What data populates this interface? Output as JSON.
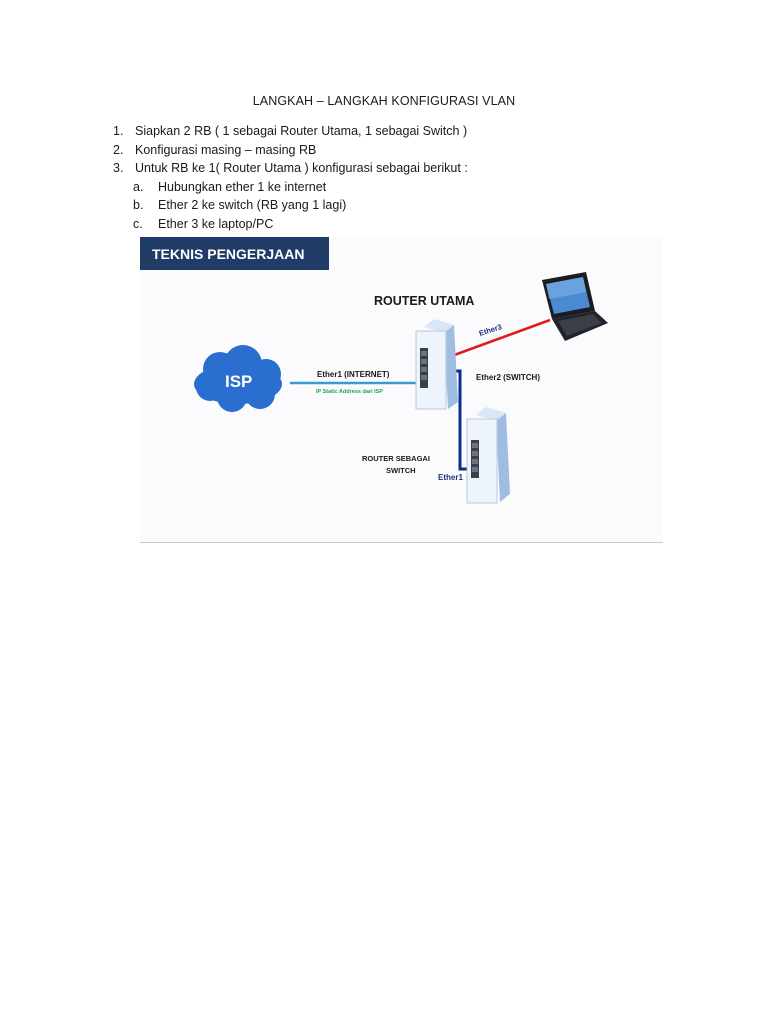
{
  "document": {
    "title": "LANGKAH – LANGKAH KONFIGURASI VLAN",
    "steps": [
      {
        "num": "1.",
        "text": "Siapkan 2 RB ( 1 sebagai Router Utama, 1 sebagai Switch )"
      },
      {
        "num": "2.",
        "text": "Konfigurasi masing – masing RB"
      },
      {
        "num": "3.",
        "text": "Untuk RB ke 1( Router Utama ) konfigurasi sebagai berikut :"
      }
    ],
    "substeps": [
      {
        "num": "a.",
        "text": "Hubungkan ether 1 ke internet"
      },
      {
        "num": "b.",
        "text": "Ether 2 ke switch (RB yang 1 lagi)"
      },
      {
        "num": "c.",
        "text": "Ether 3 ke laptop/PC"
      }
    ]
  },
  "diagram": {
    "banner": "TEKNIS PENGERJAAN",
    "router_main_label": "ROUTER UTAMA",
    "isp_label": "ISP",
    "ether1_label": "Ether1 (INTERNET)",
    "ip_note": "IP Static Address dari ISP",
    "ether2_label": "Ether2 (SWITCH)",
    "ether3_label": "Ether3",
    "switch_label_line1": "ROUTER SEBAGAI",
    "switch_label_line2": "SWITCH",
    "switch_ether1_label": "Ether1",
    "colors": {
      "banner": "#1f3b66",
      "cloud": "#2a6fd0",
      "internet_link": "#3a9ad6",
      "switch_link": "#0b2f8a",
      "laptop_link": "#e11b1b",
      "ip_note": "#1aa84a"
    }
  }
}
